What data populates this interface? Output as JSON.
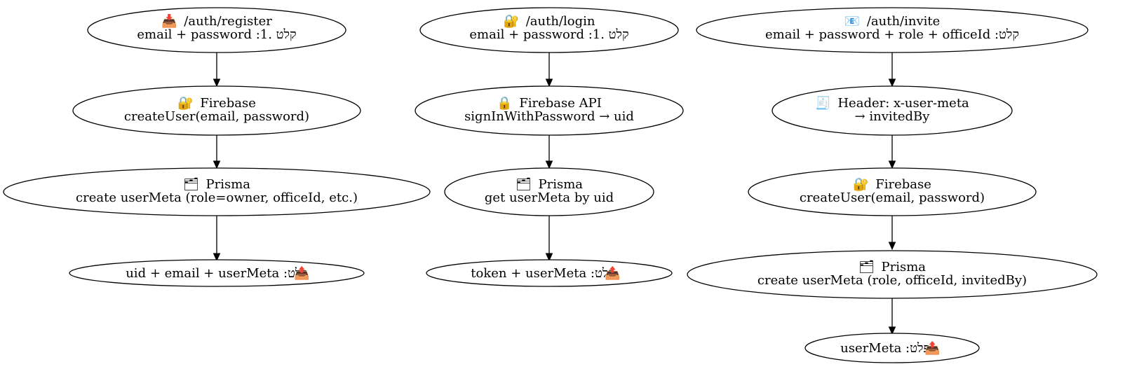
{
  "colors": {
    "background": "#ffffff",
    "stroke": "#000000",
    "text": "#000000"
  },
  "nodes": {
    "register_req": {
      "icon": "inbox-tray-icon",
      "glyph": "📥",
      "l1": "/auth/register",
      "l2": "email + password :קלט .1"
    },
    "register_fb": {
      "icon": "locked-key-icon",
      "glyph": "🔐",
      "l1": "Firebase",
      "l2": "createUser(email, password)"
    },
    "register_prisma": {
      "icon": "database-icon",
      "glyph": "🗂",
      "l1": "Prisma",
      "l2": "create userMeta (role=owner, officeId, etc.)"
    },
    "register_out": {
      "icon": "outbox-tray-icon",
      "glyph": "📤",
      "l1": "uid + email + userMeta :פלט"
    },
    "login_req": {
      "icon": "locked-key-icon",
      "glyph": "🔐",
      "l1": "/auth/login",
      "l2": "email + password :קלט .1"
    },
    "login_fb": {
      "icon": "key-lock-icon",
      "glyph": "🔒",
      "l1": "Firebase API",
      "l2": "signInWithPassword → uid"
    },
    "login_prisma": {
      "icon": "database-icon",
      "glyph": "🗂",
      "l1": "Prisma",
      "l2": "get userMeta by uid"
    },
    "login_out": {
      "icon": "outbox-tray-icon",
      "glyph": "📤",
      "l1": "token + userMeta :פלט"
    },
    "invite_req": {
      "icon": "envelope-icon",
      "glyph": "📧",
      "l1": "/auth/invite",
      "l2": "email + password + role + officeId :קלט"
    },
    "invite_header": {
      "icon": "header-tag-icon",
      "glyph": "🧾",
      "l1": "Header: x-user-meta",
      "l2": "→ invitedBy"
    },
    "invite_fb": {
      "icon": "locked-key-icon",
      "glyph": "🔐",
      "l1": "Firebase",
      "l2": "createUser(email, password)"
    },
    "invite_prisma": {
      "icon": "database-icon",
      "glyph": "🗂",
      "l1": "Prisma",
      "l2": "create userMeta (role, officeId, invitedBy)"
    },
    "invite_out": {
      "icon": "outbox-tray-icon",
      "glyph": "📤",
      "l1": "userMeta :פלט"
    }
  }
}
